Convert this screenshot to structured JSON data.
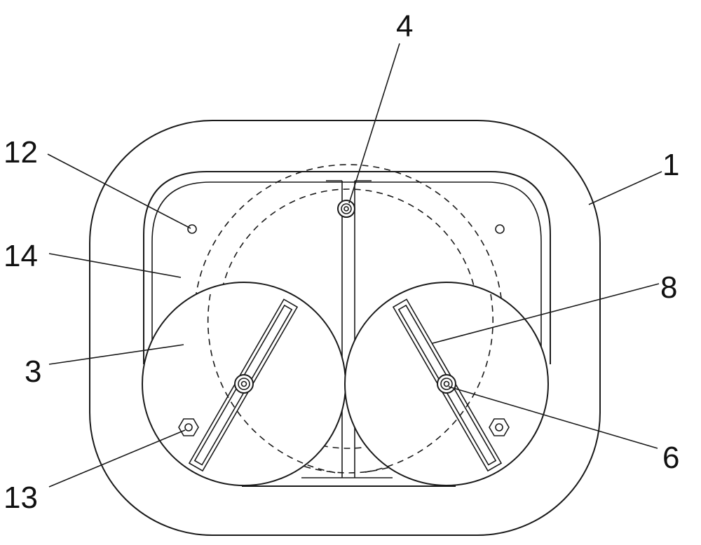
{
  "labels": {
    "housing": "1",
    "disc": "3",
    "pivot_top": "4",
    "center_bolt": "6",
    "slot": "8",
    "hole": "12",
    "nut": "13",
    "inner_frame": "14"
  },
  "colors": {
    "line": "#1a1a1a",
    "background": "#ffffff"
  }
}
